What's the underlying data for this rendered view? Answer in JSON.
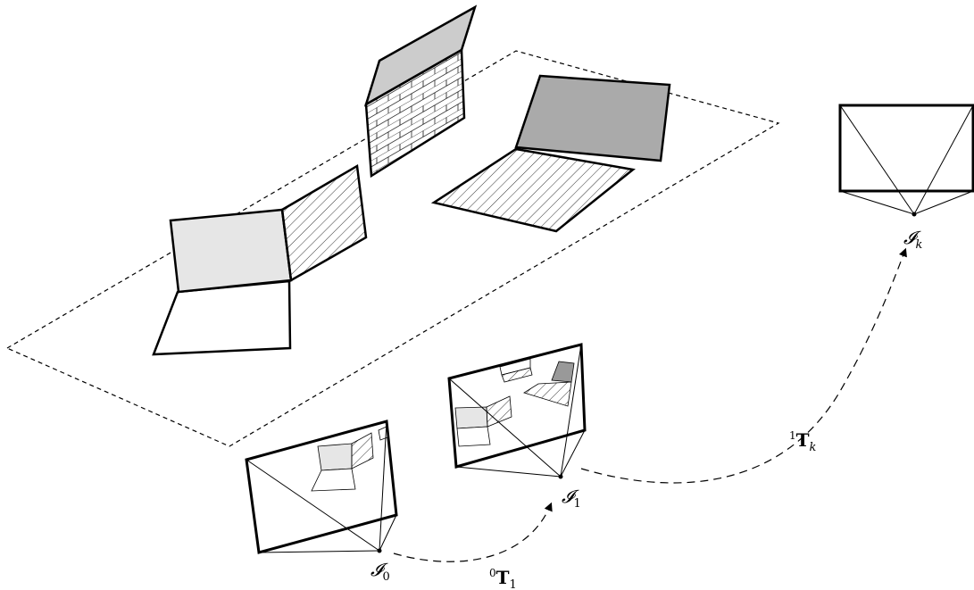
{
  "figure": {
    "cameras": [
      {
        "id": "cam0",
        "label_main": "𝓘",
        "label_sub": "0"
      },
      {
        "id": "cam1",
        "label_main": "𝓘",
        "label_sub": "1"
      },
      {
        "id": "camk",
        "label_main": "𝓘",
        "label_sub": "k"
      }
    ],
    "transforms": [
      {
        "id": "T01",
        "sup": "0",
        "main": "T",
        "sub": "1"
      },
      {
        "id": "T1k",
        "sup": "1",
        "main": "T",
        "sub": "k"
      }
    ],
    "colors": {
      "stroke": "#000000",
      "light_fill": "#e6e6e6",
      "dark_fill": "#aaaaaa",
      "paper": "#ffffff"
    }
  }
}
